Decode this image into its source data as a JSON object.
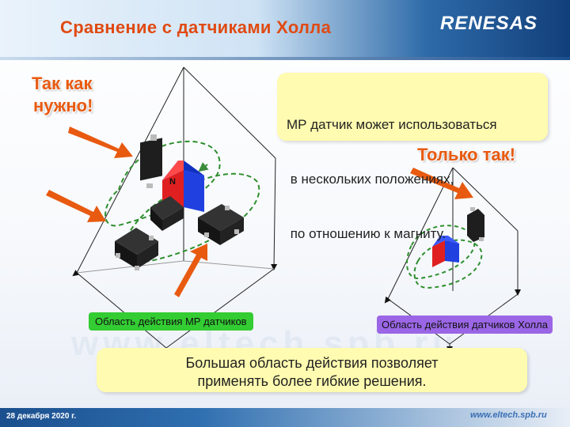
{
  "header": {
    "title": "Сравнение с датчиками Холла",
    "logo_text": "RENESAS"
  },
  "callouts": {
    "so_needed_line1": "Так как",
    "so_needed_line2": "нужно!",
    "only_so": "Только так!"
  },
  "info_box": {
    "line1": "МР датчик может использоваться",
    "line2": " в нескольких положениях,",
    "line3": " по отношению к магниту."
  },
  "labels": {
    "mr_area": "Область действия МР датчиков",
    "hall_area": "Область действия датчиков Холла",
    "magnet_pole": "N"
  },
  "bottom_box": {
    "line1": "Большая область действия позволяет",
    "line2": "применять более гибкие решения."
  },
  "footer": {
    "date": "28 декабря 2020 г.",
    "site": "www.eltech.spb.ru"
  },
  "colors": {
    "accent_orange": "#e85a10",
    "title_orange": "#e04a12",
    "info_yellow": "#fffbb0",
    "mr_label_green": "#33cc33",
    "hall_label_purple": "#9b66e6",
    "brand_blue": "#1b4f8e"
  }
}
